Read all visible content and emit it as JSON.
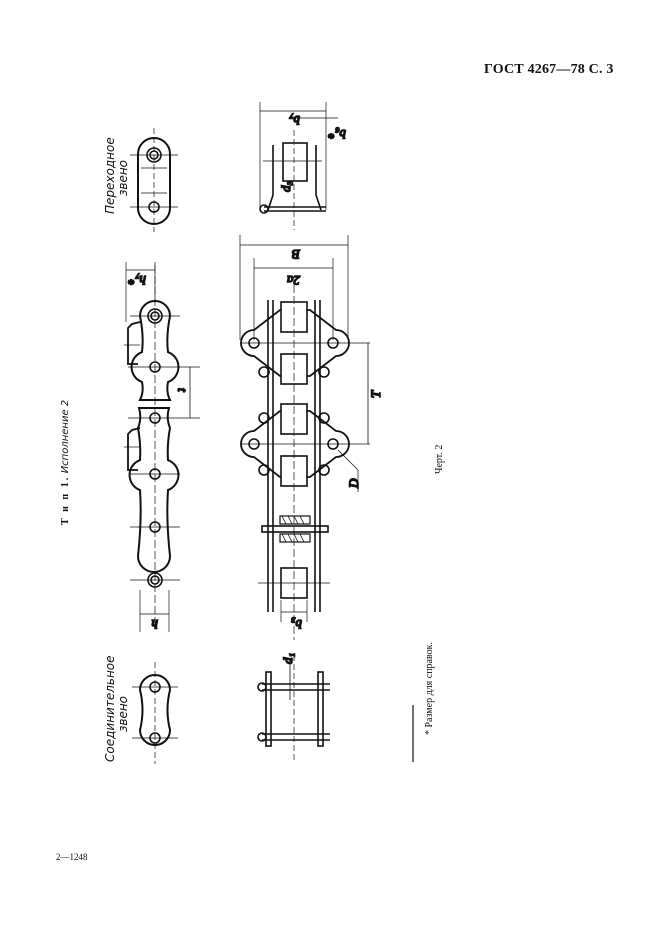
{
  "page": {
    "header": "ГОСТ 4267—78 С. 3",
    "footer_code": "2—1248"
  },
  "figure": {
    "type_title": "Т и п 1.",
    "variant_label": "Исполнение 2",
    "caption": "Черт. 2",
    "footnote": "* Размер для справок.",
    "link_labels": {
      "transitional": [
        "Переходное",
        "звено"
      ],
      "connecting": [
        "Соединительное",
        "звено"
      ]
    },
    "dimensions": {
      "h7": "h7*",
      "t": "t",
      "h": "h",
      "b7": "b7",
      "b6": "b6*",
      "d3": "d3",
      "B": "B",
      "2a": "2a",
      "T": "T",
      "D": "D",
      "b3": "b3",
      "d1": "d1"
    }
  }
}
